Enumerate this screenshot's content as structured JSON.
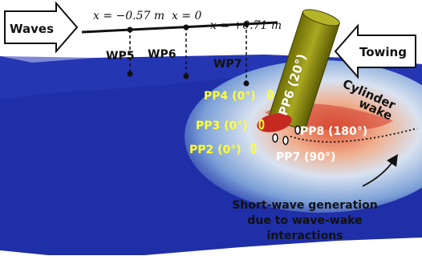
{
  "labels": {
    "waves": "Waves",
    "towing": "Towing",
    "x_left": "x = −0.57 m",
    "x_mid": "x = 0",
    "x_right": "x = +0.71 m",
    "wp5": "WP5",
    "wp6": "WP6",
    "wp7": "WP7",
    "pp2": "PP2 (0°)",
    "pp3": "PP3 (0°)",
    "pp4": "PP4 (0°)",
    "pp6": "PP6 (20°)",
    "pp7": "PP7 (90°)",
    "pp8": "PP8 (180°)",
    "cylinder": "Cylinder",
    "wake": "wake",
    "short_wave_line1": "Short-wave generation",
    "short_wave_line2": "due to wave-wake",
    "short_wave_line3": "interactions"
  },
  "colors": {
    "probe_yellow": "#ffff33",
    "cylinder_olive": "#8c8c10",
    "water_blue": "#1f2fa8",
    "wake_red": "#d23a2a"
  }
}
